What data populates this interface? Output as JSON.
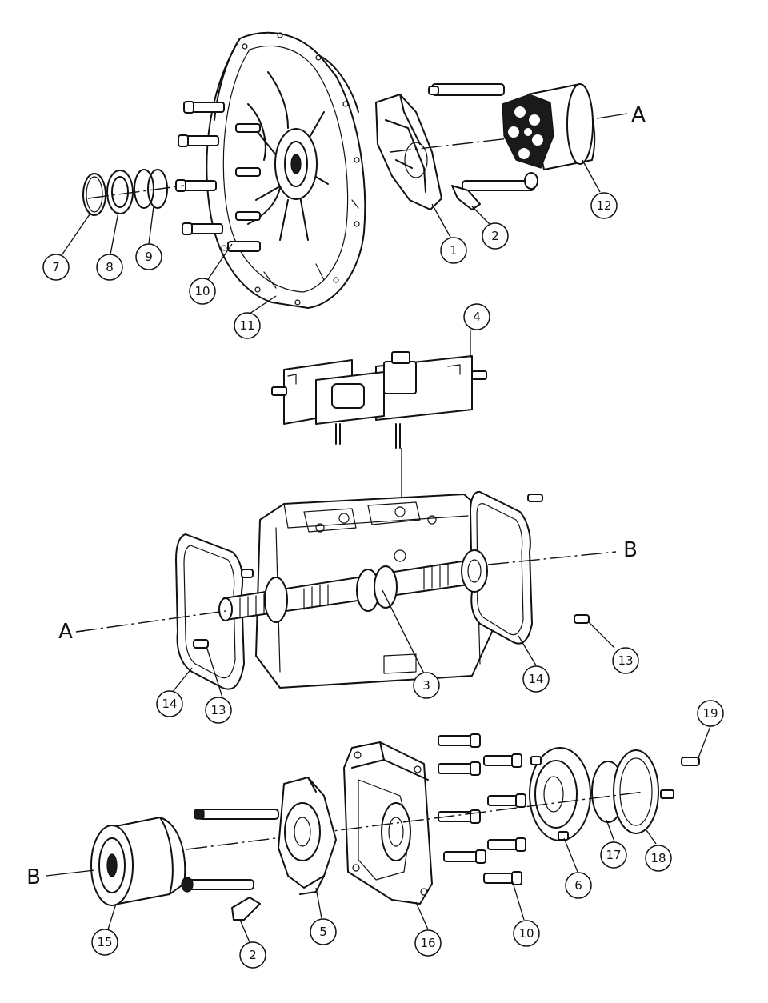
{
  "callouts": [
    {
      "id": "c7",
      "label": "7",
      "part": "retaining-ring"
    },
    {
      "id": "c8",
      "label": "8",
      "part": "shaft-seal"
    },
    {
      "id": "c9",
      "label": "9",
      "part": "o-ring-pair"
    },
    {
      "id": "c10a",
      "label": "10",
      "part": "cap-screw"
    },
    {
      "id": "c11",
      "label": "11",
      "part": "front-housing-flange"
    },
    {
      "id": "c1",
      "label": "1",
      "part": "swashplate"
    },
    {
      "id": "c2a",
      "label": "2",
      "part": "servo-piston"
    },
    {
      "id": "c12",
      "label": "12",
      "part": "rotating-group"
    },
    {
      "id": "c4",
      "label": "4",
      "part": "control-valve"
    },
    {
      "id": "c13a",
      "label": "13",
      "part": "dowel-pin"
    },
    {
      "id": "c14a",
      "label": "14",
      "part": "gasket"
    },
    {
      "id": "c3",
      "label": "3",
      "part": "drive-shaft"
    },
    {
      "id": "c14b",
      "label": "14",
      "part": "gasket"
    },
    {
      "id": "c13b",
      "label": "13",
      "part": "dowel-pin"
    },
    {
      "id": "c19",
      "label": "19",
      "part": "screw"
    },
    {
      "id": "c17",
      "label": "17",
      "part": "o-ring"
    },
    {
      "id": "c18",
      "label": "18",
      "part": "cover-plate"
    },
    {
      "id": "c6",
      "label": "6",
      "part": "auxiliary-pad"
    },
    {
      "id": "c10b",
      "label": "10",
      "part": "cap-screw"
    },
    {
      "id": "c16",
      "label": "16",
      "part": "end-cap"
    },
    {
      "id": "c5",
      "label": "5",
      "part": "swashplate"
    },
    {
      "id": "c2b",
      "label": "2",
      "part": "servo-piston"
    },
    {
      "id": "c15",
      "label": "15",
      "part": "rotating-group"
    }
  ],
  "section_marks": [
    {
      "id": "mA1",
      "label": "A"
    },
    {
      "id": "mB1",
      "label": "B"
    },
    {
      "id": "mA2",
      "label": "A"
    },
    {
      "id": "mB2",
      "label": "B"
    }
  ]
}
